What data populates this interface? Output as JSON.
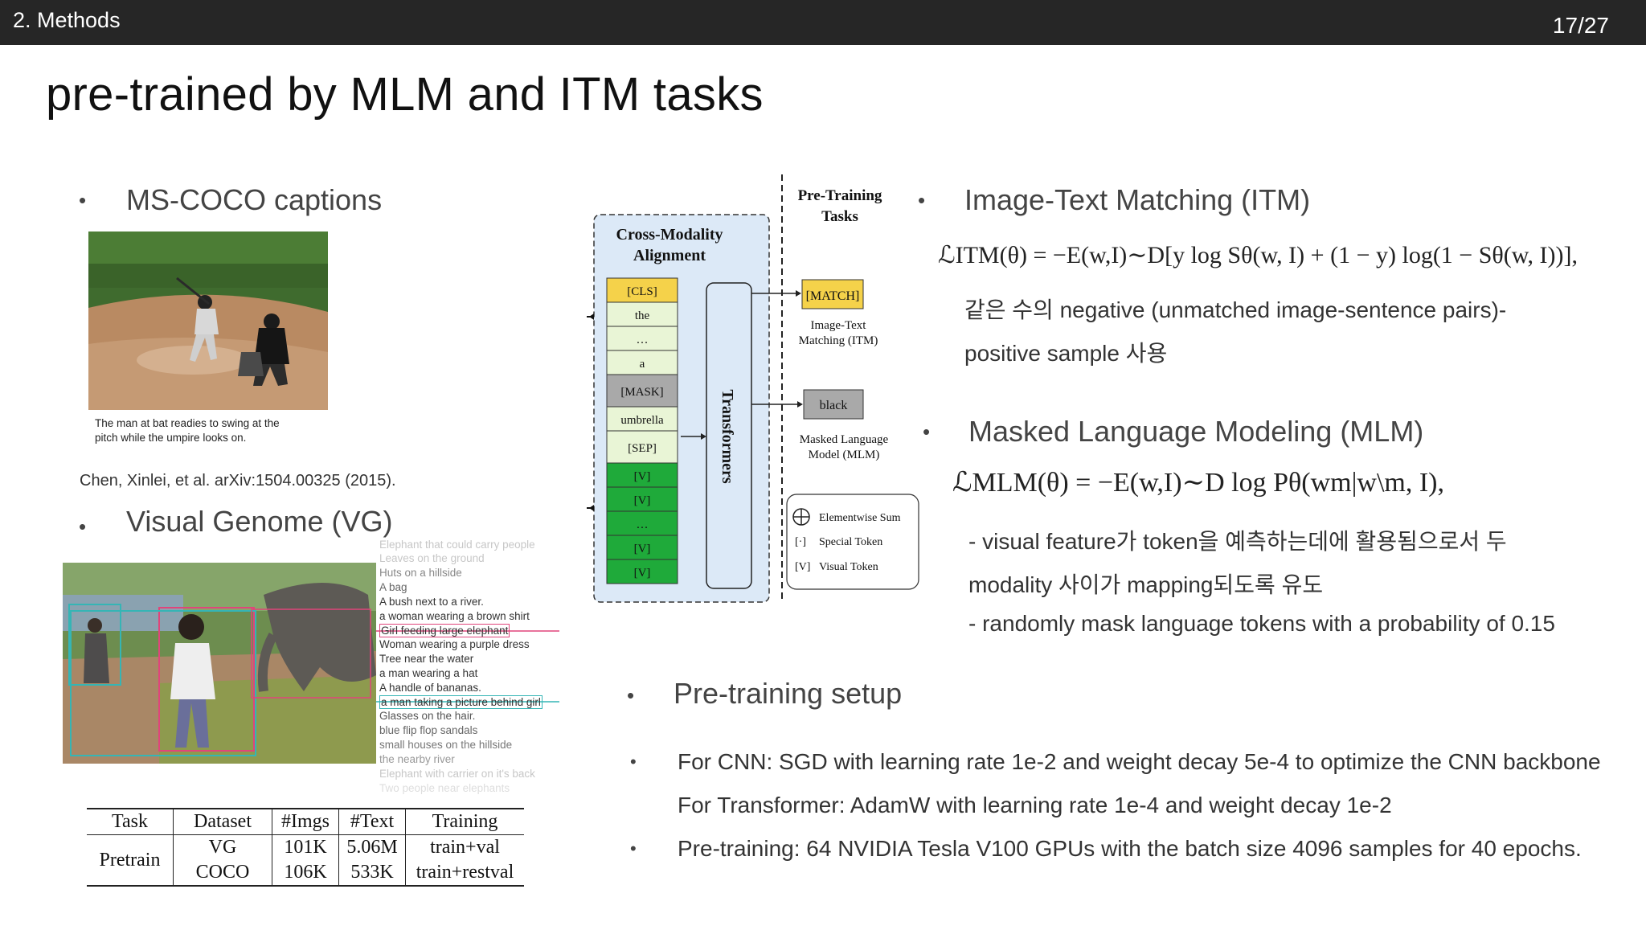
{
  "header": {
    "section": "2. Methods",
    "page": "17/27"
  },
  "title": "pre-trained by MLM and ITM tasks",
  "left": {
    "mscoco": {
      "heading": "MS-COCO captions",
      "caption_line1": "The man at bat readies to swing at the",
      "caption_line2": "pitch while the umpire looks on.",
      "citation": "Chen, Xinlei, et al. arXiv:1504.00325 (2015)."
    },
    "vg": {
      "heading": "Visual Genome (VG)",
      "region_captions": [
        "Elephant that could carry people",
        "Leaves on the ground",
        "Huts on a hillside",
        "A bag",
        "A bush next to a river.",
        "a woman wearing a brown shirt",
        "Girl feeding large elephant",
        "Woman wearing a purple dress",
        "Tree near the water",
        "a man wearing a hat",
        "A handle of bananas.",
        "a man taking a picture behind girl",
        "Glasses on the hair.",
        "blue flip flop sandals",
        "small houses on the hillside",
        "the nearby river",
        "Elephant with carrier on it's back",
        "Two people near elephants"
      ],
      "highlight_pink": "#e0457b",
      "highlight_teal": "#35b5b5"
    },
    "table": {
      "headers": [
        "Task",
        "Dataset",
        "#Imgs",
        "#Text",
        "Training"
      ],
      "task": "Pretrain",
      "rows": [
        {
          "dataset": "VG",
          "imgs": "101K",
          "text": "5.06M",
          "training": "train+val"
        },
        {
          "dataset": "COCO",
          "imgs": "106K",
          "text": "533K",
          "training": "train+restval"
        }
      ]
    }
  },
  "diagram": {
    "cma_title1": "Cross-Modality",
    "cma_title2": "Alignment",
    "tokens": [
      "[CLS]",
      "the",
      "…",
      "a",
      "[MASK]",
      "umbrella",
      "[SEP]",
      "[V]",
      "[V]",
      "…",
      "[V]",
      "[V]"
    ],
    "transformers": "Transformers",
    "pretrain_title1": "Pre-Training",
    "pretrain_title2": "Tasks",
    "match_token": "[MATCH]",
    "itm_label1": "Image-Text",
    "itm_label2": "Matching (ITM)",
    "black_token": "black",
    "mlm_label1": "Masked Language",
    "mlm_label2": "Model (MLM)",
    "legend_sum": "Elementwise Sum",
    "legend_special": "Special Token",
    "legend_visual": "Visual Token",
    "legend_special_sym": "[·]",
    "legend_visual_sym": "[V]",
    "colors": {
      "cls": "#f5d24a",
      "text": "#e9f5d6",
      "mask": "#a9a9a9",
      "visual": "#1faa3a",
      "panel": "#dce9f7"
    }
  },
  "right": {
    "itm": {
      "heading": "Image-Text Matching (ITM)",
      "formula": "ℒITM(θ) = −E(w,I)∼D[y log Sθ(w, I) + (1 − y) log(1 − Sθ(w, I))],",
      "line1": "같은 수의 negative (unmatched image-sentence pairs)-",
      "line2": "positive sample 사용"
    },
    "mlm": {
      "heading": "Masked Language Modeling (MLM)",
      "formula": "ℒMLM(θ) = −E(w,I)∼D log Pθ(wm|w\\m, I),",
      "line1": "- visual feature가 token을 예측하는데에 활용됨으로서 두",
      "line2": "modality 사이가 mapping되도록 유도",
      "line3": "- randomly mask language tokens with a probability of 0.15"
    },
    "setup": {
      "heading": "Pre-training setup",
      "item1_line1": "For CNN: SGD with learning rate 1e-2 and weight decay 5e-4 to optimize the CNN backbone",
      "item1_line2": "For Transformer: AdamW with learning rate 1e-4 and weight decay 1e-2",
      "item2": "Pre-training: 64 NVIDIA Tesla V100 GPUs with the batch size 4096 samples for 40 epochs."
    }
  }
}
